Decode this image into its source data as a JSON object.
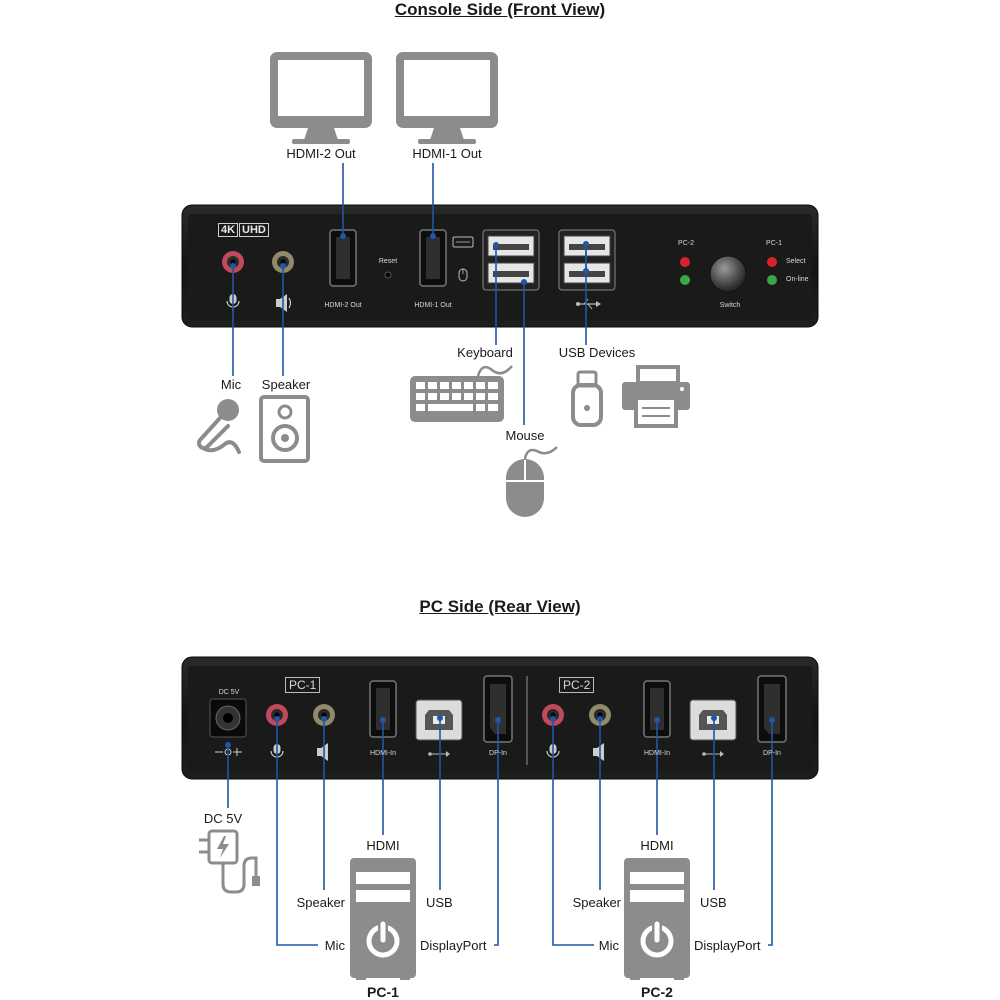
{
  "front": {
    "title": "Console Side (Front View)",
    "badge_4k": "4K",
    "badge_uhd": "UHD",
    "panel": {
      "hdmi2_out": "HDMI-2 Out",
      "reset": "Reset",
      "hdmi1_out": "HDMI-1 Out",
      "pc2": "PC-2",
      "pc1": "PC-1",
      "select": "Select",
      "online": "On-line",
      "switch": "Switch"
    },
    "callouts": {
      "hdmi2_out": "HDMI-2 Out",
      "hdmi1_out": "HDMI-1 Out",
      "keyboard": "Keyboard",
      "usb_devices": "USB Devices",
      "mic": "Mic",
      "speaker": "Speaker",
      "mouse": "Mouse"
    }
  },
  "rear": {
    "title": "PC Side (Rear View)",
    "panel": {
      "dc5v": "DC 5V",
      "pc1": "PC-1",
      "pc2": "PC-2",
      "hdmi_in": "HDMI-In",
      "dp_in": "DP-In"
    },
    "callouts": {
      "dc5v": "DC 5V",
      "hdmi": "HDMI",
      "speaker": "Speaker",
      "usb": "USB",
      "mic": "Mic",
      "displayport": "DisplayPort",
      "pc1": "PC-1",
      "pc2": "PC-2"
    }
  },
  "colors": {
    "connector_line": "#1f56a8",
    "device_body": "#1b1b1b",
    "icon_gray": "#8c8c8c",
    "led_red": "#d9232a",
    "led_green": "#3aa845"
  }
}
